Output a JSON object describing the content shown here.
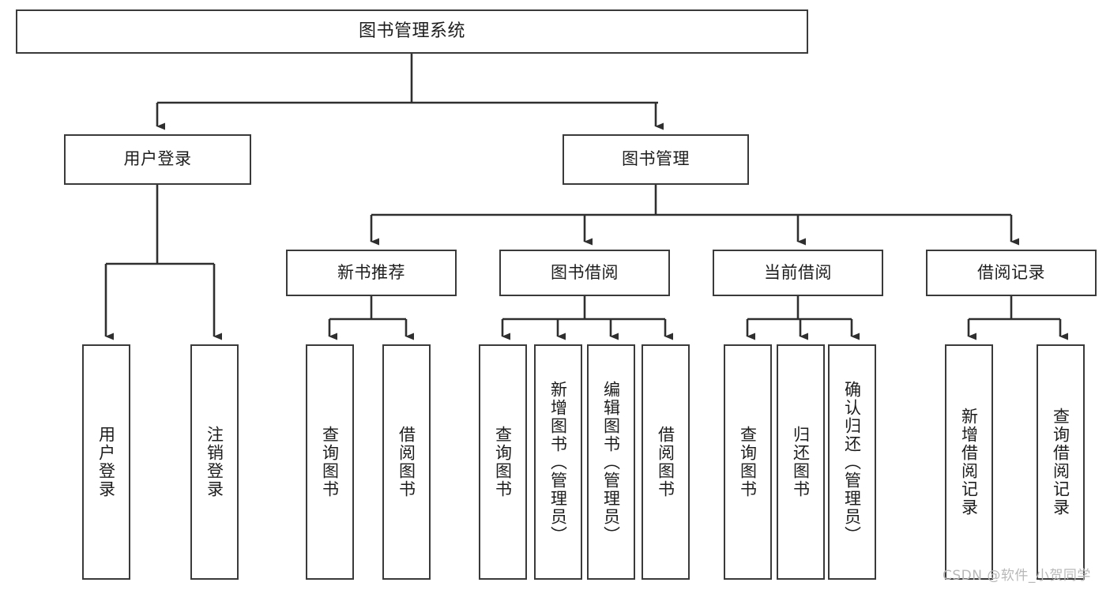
{
  "diagram": {
    "title": "图书管理系统",
    "type": "功能结构图",
    "colors": {
      "box_border": "#3a3a3a",
      "box_fill": "#ffffff",
      "connector": "#2f2f2f",
      "text": "#1d1d1d",
      "watermark": "#b8b8b8",
      "background": "#ffffff"
    }
  },
  "nodes": {
    "root": {
      "label": "图书管理系统"
    },
    "level2": [
      {
        "label": "用户登录"
      },
      {
        "label": "图书管理"
      }
    ],
    "level3": [
      {
        "label": "新书推荐"
      },
      {
        "label": "图书借阅"
      },
      {
        "label": "当前借阅"
      },
      {
        "label": "借阅记录"
      }
    ],
    "leaves": {
      "user_login": [
        {
          "label": "用户登录"
        },
        {
          "label": "注销登录"
        }
      ],
      "new_book_recommend": [
        {
          "label": "查询图书"
        },
        {
          "label": "借阅图书"
        }
      ],
      "book_borrow": [
        {
          "label": "查询图书"
        },
        {
          "label": "新增图书（管理员）"
        },
        {
          "label": "编辑图书（管理员）"
        },
        {
          "label": "借阅图书"
        }
      ],
      "current_borrow": [
        {
          "label": "查询图书"
        },
        {
          "label": "归还图书"
        },
        {
          "label": "确认归还（管理员）"
        }
      ],
      "borrow_record": [
        {
          "label": "新增借阅记录"
        },
        {
          "label": "查询借阅记录"
        }
      ]
    }
  },
  "watermark": {
    "text": "CSDN @软件_小贺同学"
  }
}
